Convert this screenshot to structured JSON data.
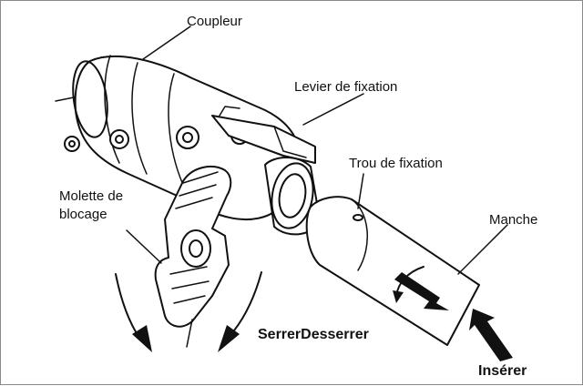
{
  "labels": {
    "coupleur": "Coupleur",
    "levier": "Levier de fixation",
    "trou": "Trou de fixation",
    "molette_line1": "Molette de",
    "molette_line2": "blocage",
    "manche": "Manche",
    "serrer_desserrer": "SerrerDesserrer",
    "inserer": "Insérer"
  }
}
